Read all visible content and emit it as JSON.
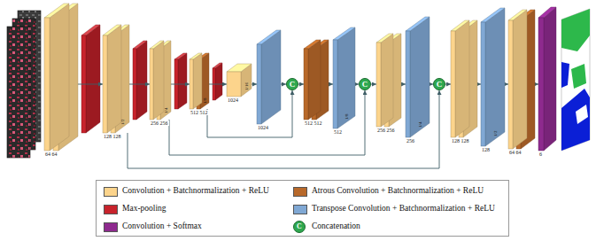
{
  "diagram": {
    "nodes": [
      {
        "text": [
          "64 64"
        ]
      },
      {
        "text": [
          "128 128",
          "1/2"
        ]
      },
      {
        "text": [
          "256 256",
          "1/4"
        ]
      },
      {
        "text": [
          "512 512",
          "1/8"
        ]
      },
      {
        "text": [
          "1024",
          "1/16"
        ]
      },
      {
        "text": [
          "1024"
        ]
      },
      {
        "text": [
          "C"
        ]
      },
      {
        "text": [
          "512 512"
        ]
      },
      {
        "text": [
          "512",
          "1/8"
        ]
      },
      {
        "text": [
          "C"
        ]
      },
      {
        "text": [
          "256 256"
        ]
      },
      {
        "text": [
          "256",
          "1/4"
        ]
      },
      {
        "text": [
          "C"
        ]
      },
      {
        "text": [
          "128 128"
        ]
      },
      {
        "text": [
          "128",
          "1/2"
        ]
      },
      {
        "text": [
          "64 64"
        ]
      },
      {
        "text": [
          "6"
        ]
      }
    ],
    "edges": [
      {
        "from": 0,
        "to": 1,
        "arrow": "to"
      },
      {
        "from": 1,
        "to": 2,
        "arrow": "to"
      },
      {
        "from": 2,
        "to": 3,
        "arrow": "to"
      },
      {
        "from": 3,
        "to": 4,
        "arrow": "to"
      },
      {
        "from": 4,
        "to": 5,
        "arrow": "to"
      },
      {
        "from": 5,
        "to": 6,
        "arrow": "to"
      },
      {
        "from": 6,
        "to": 7,
        "arrow": "to"
      },
      {
        "from": 7,
        "to": 8,
        "arrow": "to"
      },
      {
        "from": 8,
        "to": 9,
        "arrow": "to"
      },
      {
        "from": 9,
        "to": 10,
        "arrow": "to"
      },
      {
        "from": 10,
        "to": 11,
        "arrow": "to"
      },
      {
        "from": 11,
        "to": 12,
        "arrow": "to"
      },
      {
        "from": 12,
        "to": 13,
        "arrow": "to"
      },
      {
        "from": 13,
        "to": 14,
        "arrow": "to"
      },
      {
        "from": 14,
        "to": 15,
        "arrow": "to"
      },
      {
        "from": 15,
        "to": 16,
        "arrow": "to"
      },
      {
        "from": 3,
        "to": 6,
        "arrow": "to"
      },
      {
        "from": 2,
        "to": 9,
        "arrow": "to"
      },
      {
        "from": 1,
        "to": 12,
        "arrow": "to"
      }
    ],
    "labels": [
      "C"
    ],
    "legend": [
      {
        "text": "Convolution + Batchnormalization + ReLU",
        "color": "#fcd48c"
      },
      {
        "text": "Atrous Convolution + Batchnormalization + ReLU",
        "color": "#b8692a"
      },
      {
        "text": "Max-pooling",
        "color": "#c8232c"
      },
      {
        "text": "Transpose Convolution + Batchnormalization + ReLU",
        "color": "#80a8d4"
      },
      {
        "text": "Convolution + Softmax",
        "color": "#8e2a8e"
      },
      {
        "text": "Concatenation"
      }
    ]
  }
}
